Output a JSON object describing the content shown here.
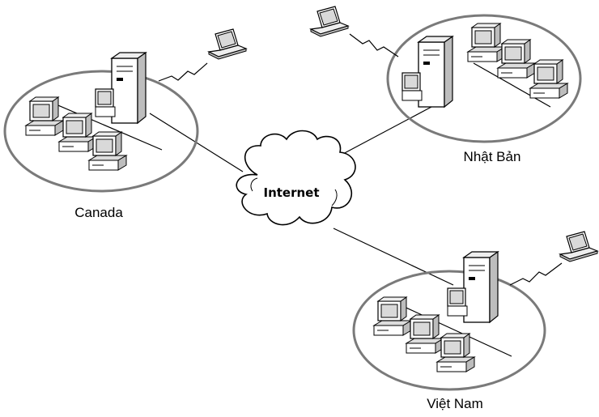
{
  "diagram": {
    "cloud_label": "Internet",
    "sites": [
      {
        "id": "canada",
        "label": "Canada"
      },
      {
        "id": "japan",
        "label": "Nhật Bản"
      },
      {
        "id": "vietnam",
        "label": "Việt Nam"
      }
    ]
  },
  "colors": {
    "stroke": "#000000",
    "ellipse_stroke": "#7a7a7a",
    "shade": "#bdbdbd",
    "screen": "#d9d9d9",
    "background": "#ffffff"
  }
}
